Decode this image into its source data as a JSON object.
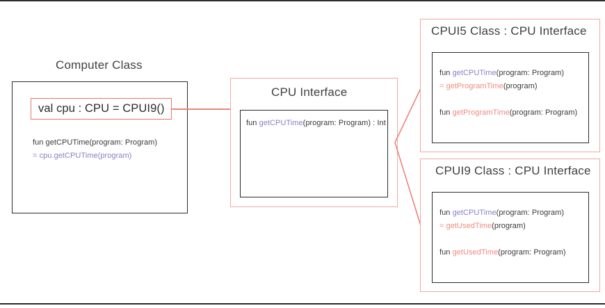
{
  "diagram": {
    "title_computer_class": "Computer Class",
    "title_cpu_interface": "CPU Interface",
    "title_cpui5": "CPUI5 Class : CPU Interface",
    "title_cpui9": "CPUI9 Class : CPU Interface",
    "colors": {
      "accent_red": "#e8766a",
      "accent_pink": "#f2a8a0",
      "code_purple": "#8a7fc7",
      "code_salmon": "#f08a7e",
      "box_black": "#2b2b2b",
      "text_gray": "#404040"
    },
    "computer_class": {
      "property": "val cpu : CPU = CPUI9()",
      "code": {
        "line1_a": "fun getCPUTime(program: Program)",
        "line2_eq": "= ",
        "line2_call": "cpu.getCPUTime(program)"
      }
    },
    "cpu_interface": {
      "code": {
        "fun_kw": "fun ",
        "method": "getCPUTime",
        "signature": "(program: Program) : Int"
      }
    },
    "cpui5": {
      "code": {
        "l1_fun": "fun ",
        "l1_method": "getCPUTime",
        "l1_params": "(program: Program)",
        "l2_eq": "= ",
        "l2_method": "getProgramTime",
        "l2_params": "(program)",
        "l3_fun": "fun ",
        "l3_method": "getProgramTime",
        "l3_params": "(program: Program)"
      }
    },
    "cpui9": {
      "code": {
        "l1_fun": "fun ",
        "l1_method": "getCPUTime",
        "l1_params": "(program: Program)",
        "l2_eq": "= ",
        "l2_method": "getUsedTime",
        "l2_params": "(program)",
        "l3_fun": "fun ",
        "l3_method": "getUsedTime",
        "l3_params": "(program: Program)"
      }
    },
    "connectors": {
      "property_to_interface": "val-cpu-to-cpu-interface",
      "interface_to_cpui5": "cpu-interface-to-cpui5",
      "interface_to_cpui9": "cpu-interface-to-cpui9"
    }
  }
}
